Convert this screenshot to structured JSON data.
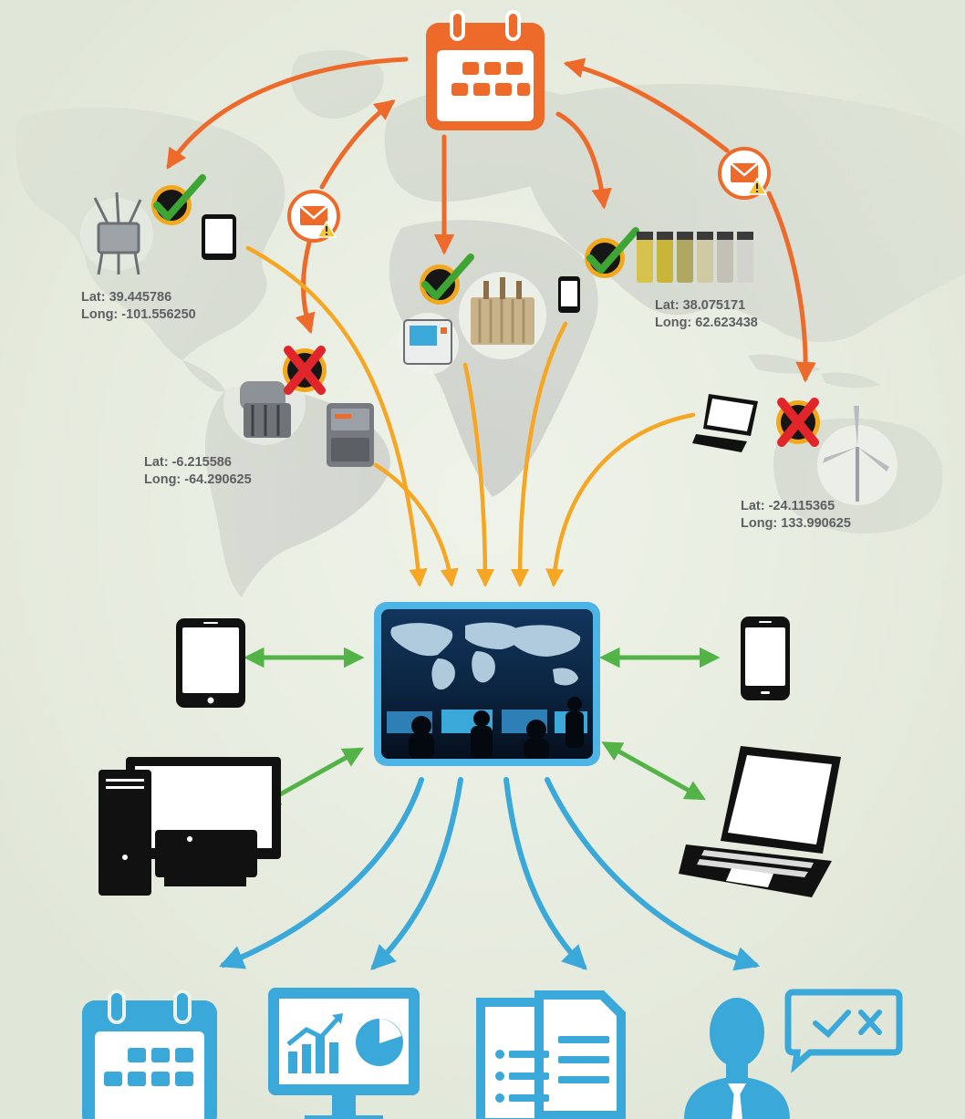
{
  "sites": [
    {
      "id": "north-america",
      "lat": "Lat: 39.445786",
      "long": "Long: -101.556250",
      "status": "ok",
      "asset": "circuit-breaker-icon",
      "device": "tablet-icon"
    },
    {
      "id": "south-america",
      "lat": "Lat: -6.215586",
      "long": "Long: -64.290625",
      "status": "fail",
      "asset": "power-transformer-icon",
      "device": "test-instrument-icon"
    },
    {
      "id": "africa",
      "lat": "",
      "long": "",
      "status": "ok",
      "asset": "oil-filled-transformer-icon",
      "device": "phone-icon"
    },
    {
      "id": "central-asia",
      "lat": "Lat: 38.075171",
      "long": "Long: 62.623438",
      "status": "ok",
      "asset": "oil-sample-vials-icon",
      "device": "phone-icon"
    },
    {
      "id": "australia",
      "lat": "Lat: -24.115365",
      "long": "Long: 133.990625",
      "status": "fail",
      "asset": "wind-turbine-icon",
      "device": "laptop-icon"
    }
  ],
  "hub": {
    "image": "control-room-photo",
    "icon": "world-map-display-icon"
  },
  "connected_devices": [
    "tablet-icon",
    "desktop-computer-icon",
    "smartphone-icon",
    "laptop-icon"
  ],
  "outputs": [
    "scheduling-calendar-icon",
    "analytics-dashboard-icon",
    "report-documents-icon",
    "decision-user-icon"
  ],
  "colors": {
    "schedule": "#ee6a2b",
    "data_flow": "#f5a623",
    "sync": "#53b347",
    "output": "#3aa8d8",
    "check": "#3ea535",
    "fail": "#e0262b"
  }
}
